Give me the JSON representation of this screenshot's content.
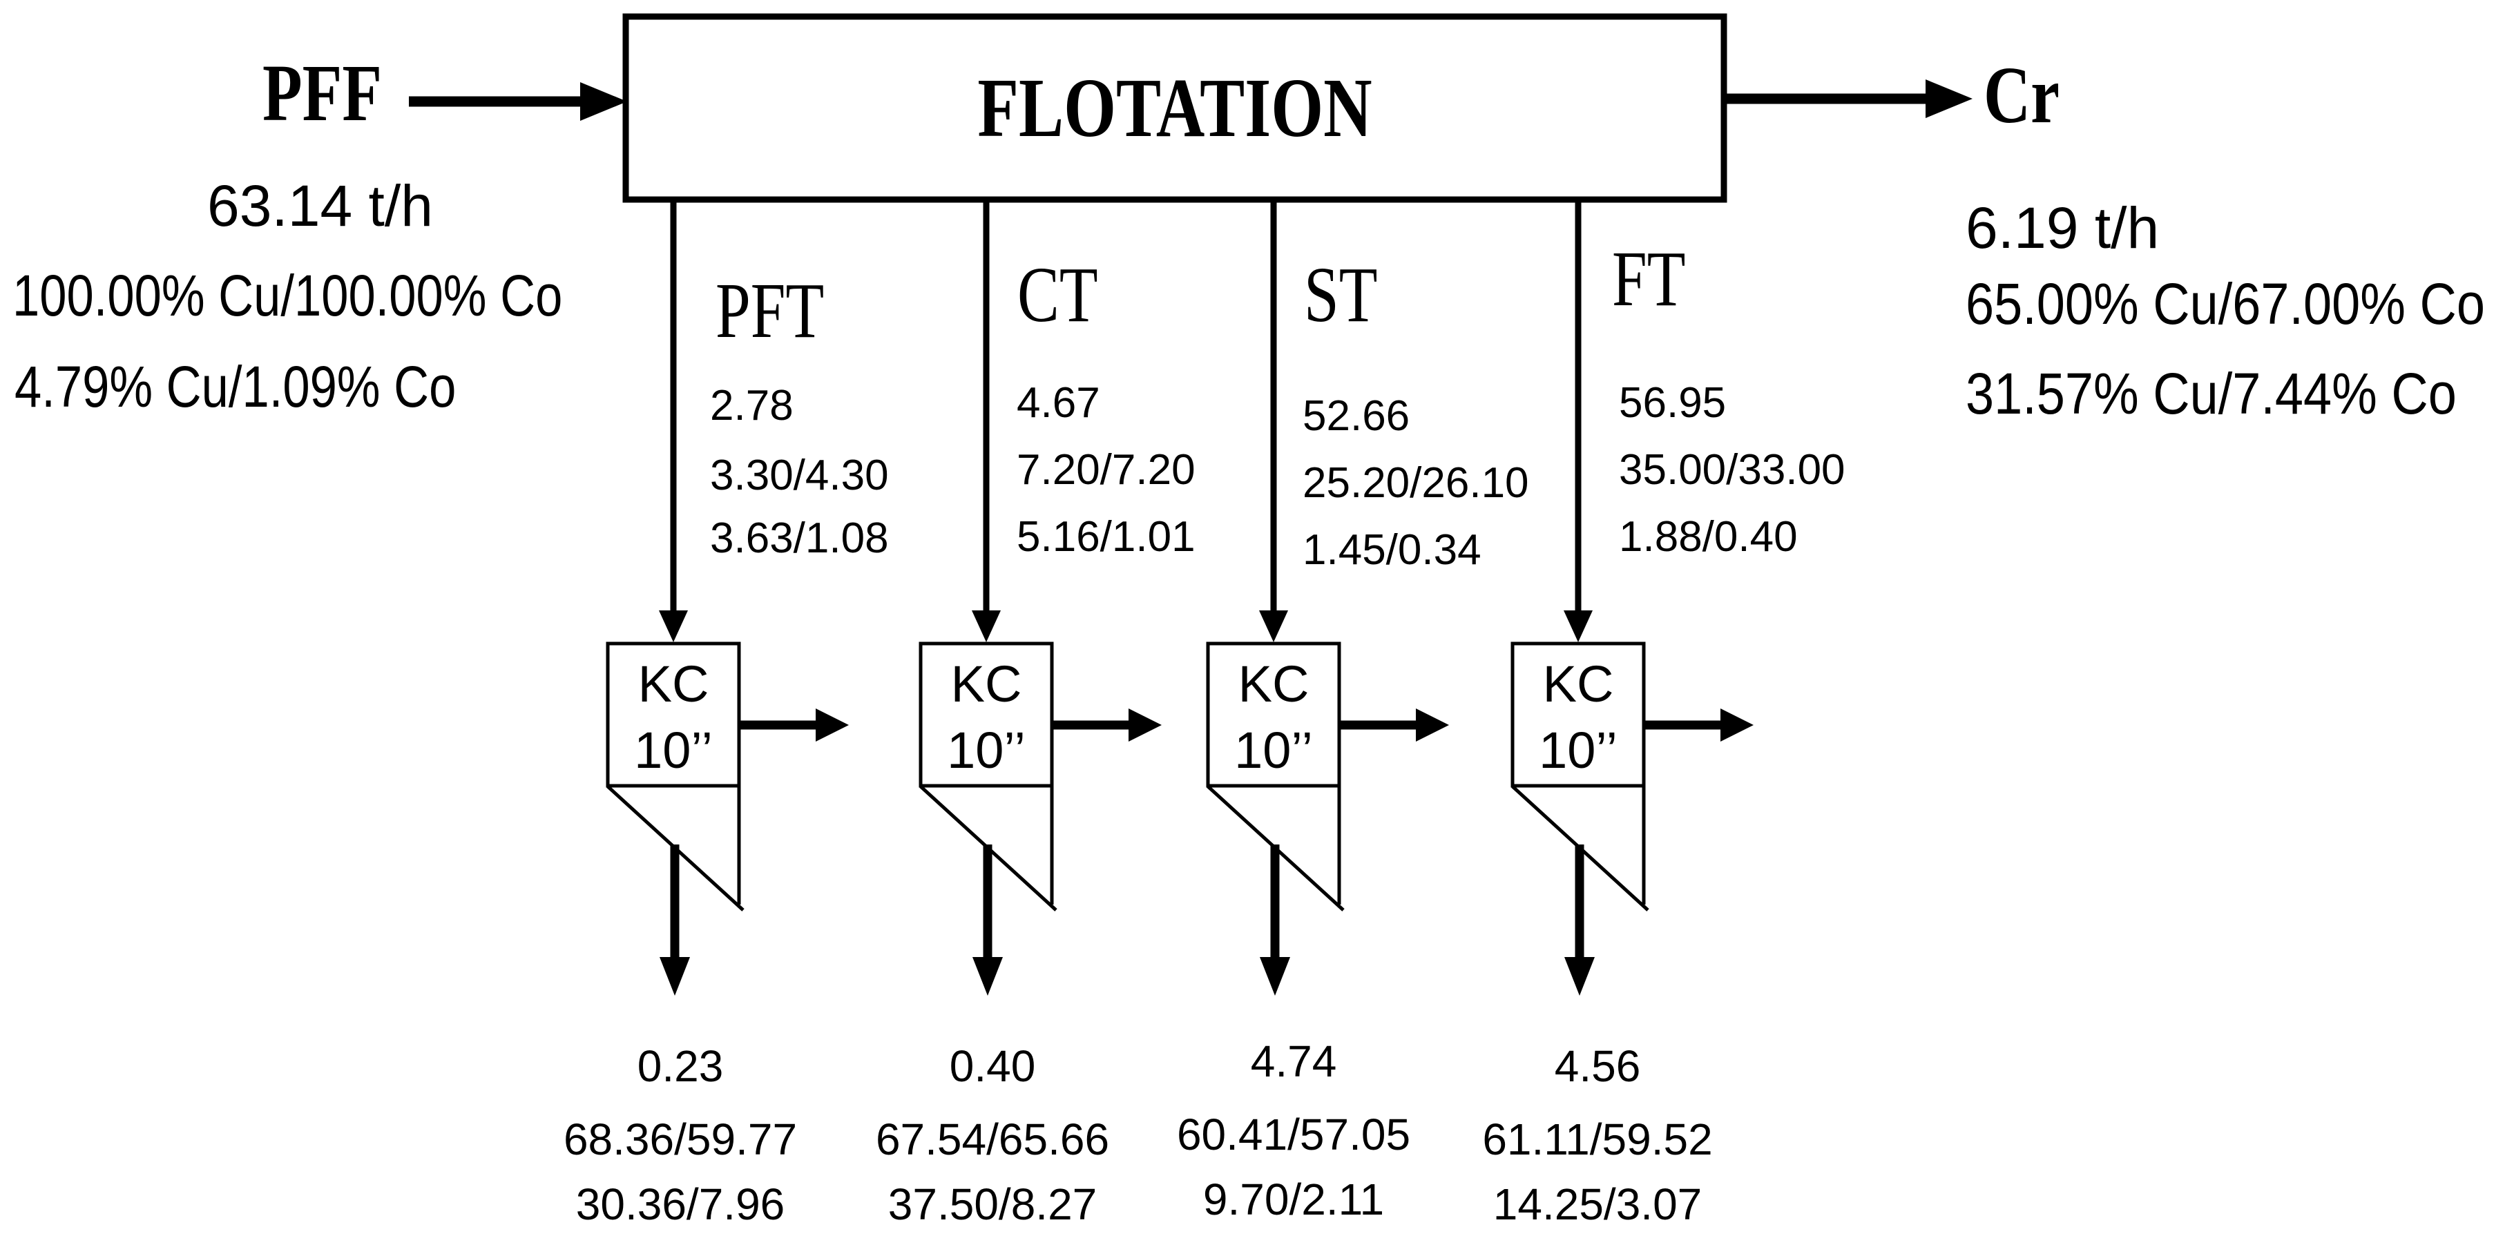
{
  "flotation": {
    "label": "FLOTATION"
  },
  "feed": {
    "label": "PFF",
    "lines": [
      "63.14 t/h",
      "100.00% Cu/100.00% Co",
      "4.79% Cu/1.09% Co"
    ]
  },
  "concentrate": {
    "label": "Cr",
    "lines": [
      "6.19 t/h",
      "65.00% Cu/67.00% Co",
      "31.57% Cu/7.44% Co"
    ]
  },
  "unit": {
    "name": "KC",
    "size": "10’’"
  },
  "streams": [
    {
      "label": "PFT",
      "values": [
        "2.78",
        "3.30/4.30",
        "3.63/1.08"
      ],
      "product": [
        "0.23",
        "68.36/59.77",
        "30.36/7.96"
      ]
    },
    {
      "label": "CT",
      "values": [
        "4.67",
        "7.20/7.20",
        "5.16/1.01"
      ],
      "product": [
        "0.40",
        "67.54/65.66",
        "37.50/8.27"
      ]
    },
    {
      "label": "ST",
      "values": [
        "52.66",
        "25.20/26.10",
        "1.45/0.34"
      ],
      "product": [
        "4.74",
        "60.41/57.05",
        "9.70/2.11"
      ]
    },
    {
      "label": "FT",
      "values": [
        "56.95",
        "35.00/33.00",
        "1.88/0.40"
      ],
      "product": [
        "4.56",
        "61.11/59.52",
        "14.25/3.07"
      ]
    }
  ]
}
